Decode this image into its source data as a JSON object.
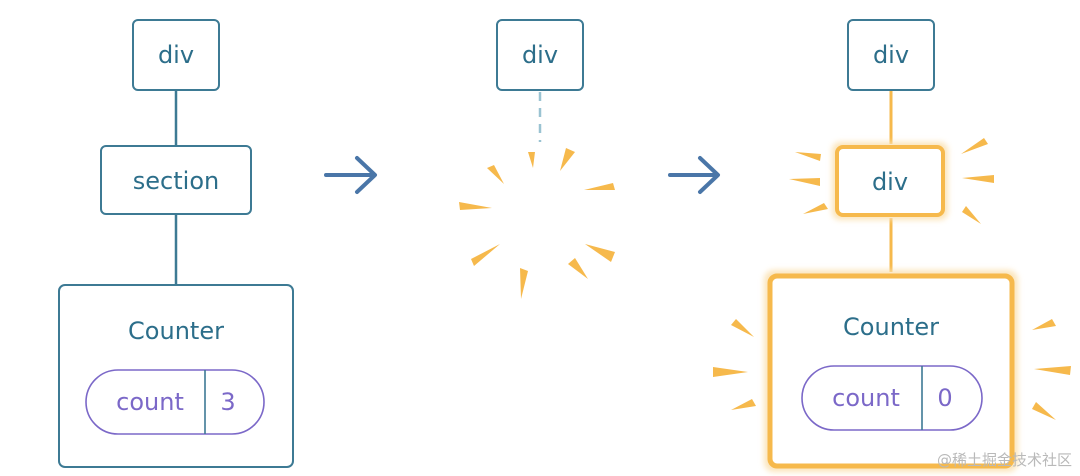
{
  "colors": {
    "node_stroke": "#3d7a94",
    "node_text": "#2c6e8a",
    "state_text": "#7b68c8",
    "highlight": "#f6b94c",
    "highlight_glow": "#fbe2b4",
    "arrow": "#4a76a8"
  },
  "panel_before": {
    "root_label": "div",
    "child_label": "section",
    "component_label": "Counter",
    "state_name": "count",
    "state_value": "3"
  },
  "panel_transition": {
    "root_label": "div"
  },
  "panel_after": {
    "root_label": "div",
    "child_label": "div",
    "component_label": "Counter",
    "state_name": "count",
    "state_value": "0"
  },
  "watermark": "@稀土掘金技术社区"
}
